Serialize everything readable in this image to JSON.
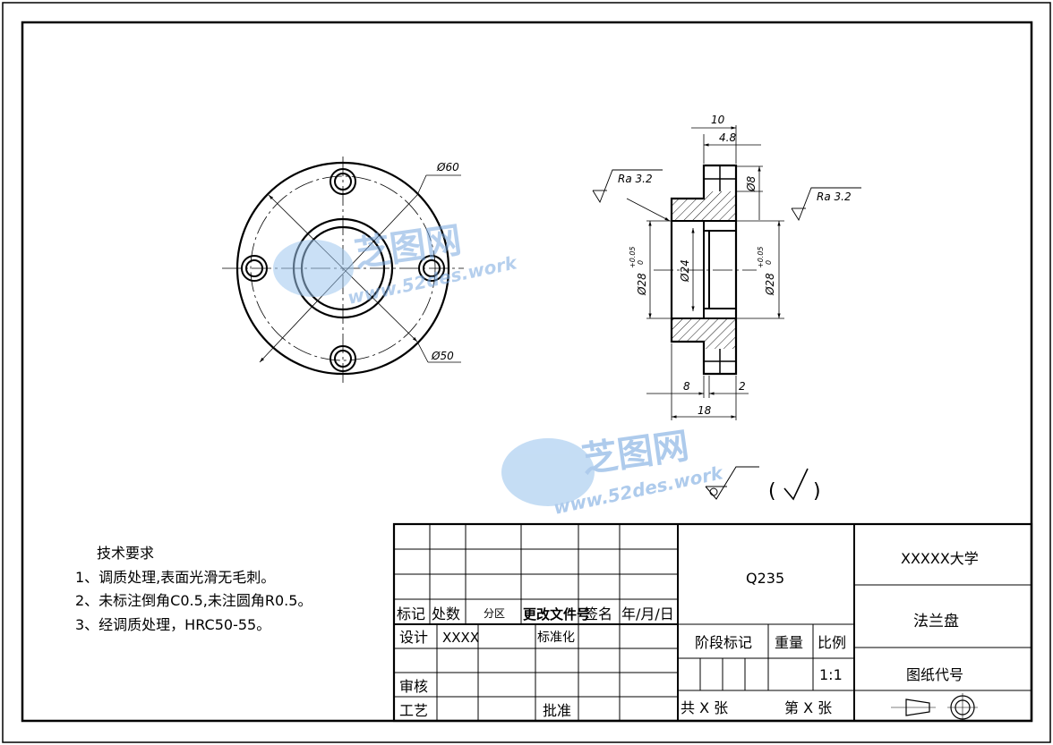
{
  "front_view": {
    "dims": [
      "Ø60",
      "Ø50"
    ]
  },
  "section_view": {
    "dims": [
      "10",
      "4.8",
      "Ø8",
      "Ø28",
      "+0.05",
      "0",
      "Ø24",
      "8",
      "2",
      "18"
    ],
    "roughness_left": "Ra 3.2",
    "roughness_right": "Ra 3.2"
  },
  "roughness_general": {
    "paren_open": "(",
    "paren_close": ")"
  },
  "watermark": {
    "cn": "芝图网",
    "url": "www.52des.work"
  },
  "tech_requirements": {
    "title": "技术要求",
    "items": [
      "1、调质处理,表面光滑无毛刺。",
      "2、未标注倒角C0.5,未注圆角R0.5。",
      "3、经调质处理，HRC50-55。"
    ]
  },
  "title_block": {
    "headers": [
      "标记",
      "处数",
      "分区",
      "更改文件号",
      "签名",
      "年/月/日"
    ],
    "design": "设计",
    "design_name": "XXXX",
    "standardize": "标准化",
    "review": "审核",
    "process": "工艺",
    "approve": "批准",
    "material": "Q235",
    "stage": "阶段标记",
    "weight": "重量",
    "scale_label": "比例",
    "scale_value": "1:1",
    "sheets_total": "共 X 张",
    "sheet_no": "第 X 张",
    "school": "XXXXX大学",
    "part_name": "法兰盘",
    "drawing_no": "图纸代号"
  }
}
